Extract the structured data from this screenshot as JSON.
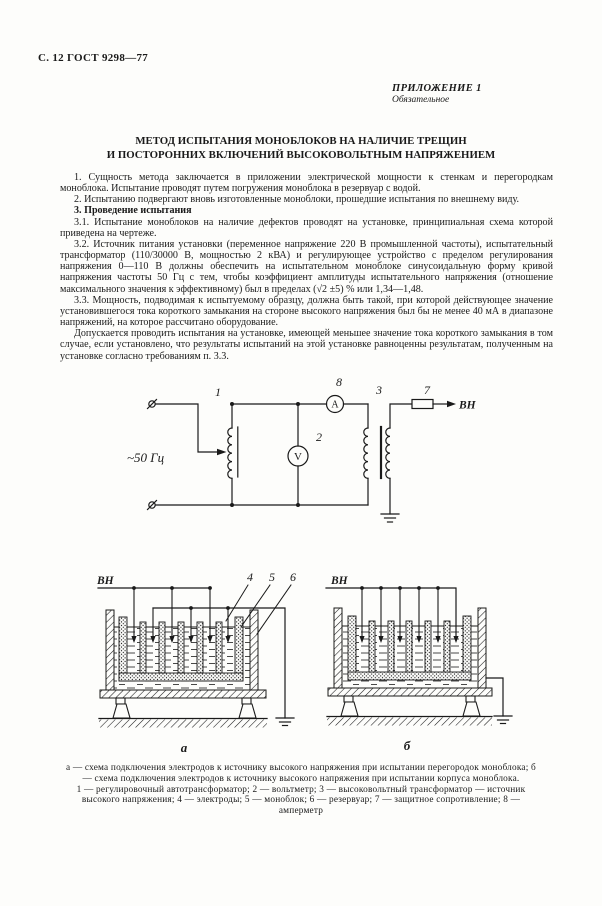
{
  "page": {
    "header": "С. 12 ГОСТ 9298—77",
    "annex_title": "ПРИЛОЖЕНИЕ 1",
    "annex_subtitle": "Обязательное",
    "title_line1": "МЕТОД ИСПЫТАНИЯ МОНОБЛОКОВ НА НАЛИЧИЕ ТРЕЩИН",
    "title_line2": "И ПОСТОРОННИХ ВКЛЮЧЕНИЙ ВЫСОКОВОЛЬТНЫМ НАПРЯЖЕНИЕМ"
  },
  "paragraphs": {
    "p1": "1. Сущность метода заключается в приложении электрической мощности к стенкам и перегородкам моноблока. Испытание проводят путем погружения моноблока в резервуар с водой.",
    "p2": "2. Испытанию подвергают вновь изготовленные моноблоки, прошедшие испытания по внешнему виду.",
    "p3_heading": "3. Проведение испытания",
    "p31": "3.1. Испытание моноблоков на наличие дефектов проводят на установке, принципиальная схема которой приведена на чертеже.",
    "p32": "3.2. Источник питания установки (переменное напряжение 220 В промышленной частоты), испытательный трансформатор (110/30000 В, мощностью 2 кВА) и регулирующее устройство с пределом регулирования напряжения 0—110 В должны обеспечить на испытательном моноблоке синусоидальную форму кривой напряжения частоты 50 Гц с тем, чтобы коэффициент амплитуды испытательного напряжения (отношение максимального значения к эффективному) был в пределах (√2 ±5) % или 1,34—1,48.",
    "p33": "3.3. Мощность, подводимая к испытуемому образцу, должна быть такой, при которой действующее значение установившегося тока короткого замыкания на стороне высокого напряжения был бы не менее 40 мА в диапазоне напряжений, на которое рассчитано оборудование.",
    "p34": "Допускается проводить испытания на установке, имеющей меньшее значение тока короткого замыкания в том случае, если установлено, что результаты испытаний на этой установке равноценны результатам, полученным на установке согласно требованиям п. 3.3."
  },
  "circuit": {
    "source_label": "~50 Гц",
    "output_label": "ВН",
    "ammeter_letter": "A",
    "voltmeter_letter": "V",
    "ref_autotransformer": "1",
    "ref_voltmeter": "2",
    "ref_transformer": "3",
    "ref_resistor": "7",
    "ref_ammeter": "8"
  },
  "tank_a": {
    "hv_label": "ВН",
    "ref_electrodes": "4",
    "ref_monoblock": "5",
    "ref_tank": "6",
    "caption": "а"
  },
  "tank_b": {
    "hv_label": "ВН",
    "caption": "б"
  },
  "figure_caption": {
    "part_a_b": "а — схема подключения электродов к источнику высокого напряжения при испытании перегородок моноблока; б — схема подключения электродов к источнику высокого напряжения при испытании корпуса моноблока.",
    "legend": "1 — регулировочный автотрансформатор; 2 — вольтметр; 3 — высоковольтный трансформатор — источник высокого напряжения; 4 — электроды; 5 — моноблок; 6 — резервуар; 7 — защитное сопротивление; 8 — амперметр"
  },
  "colors": {
    "ink": "#1a1a1a",
    "paper": "#fdfdfb"
  }
}
